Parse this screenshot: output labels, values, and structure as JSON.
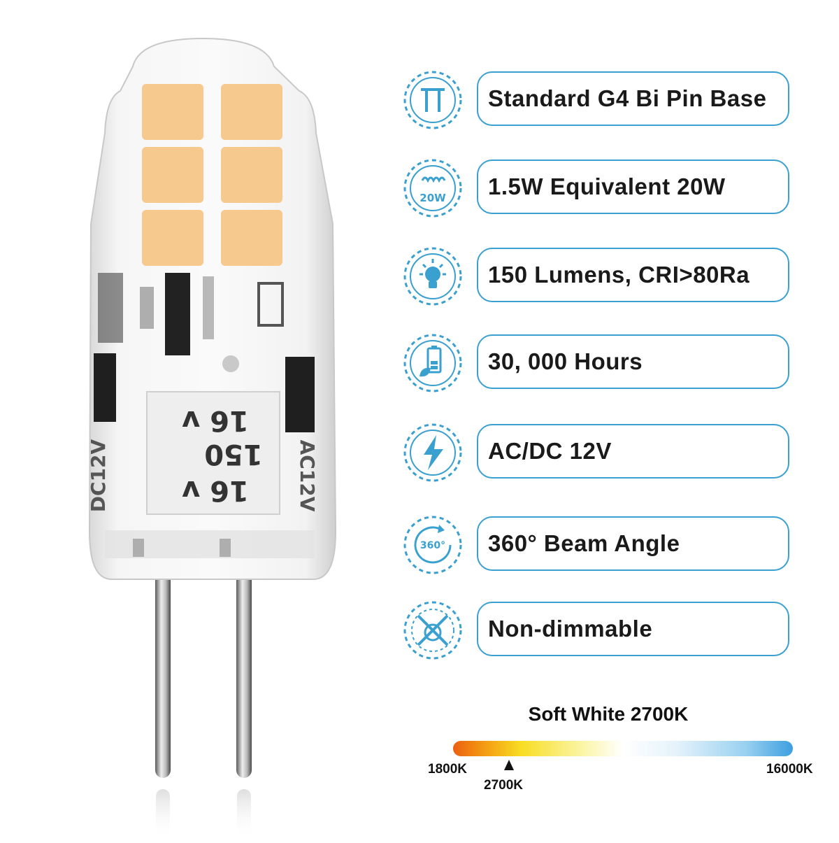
{
  "features": [
    {
      "icon": "g4-pin-icon",
      "label": "Standard G4 Bi Pin Base"
    },
    {
      "icon": "wattage-20w-icon",
      "icon_text": "20W",
      "label": "1.5W Equivalent 20W"
    },
    {
      "icon": "light-bulb-icon",
      "label": "150 Lumens, CRI>80Ra"
    },
    {
      "icon": "battery-leaf-icon",
      "label": "30, 000 Hours"
    },
    {
      "icon": "lightning-icon",
      "label": "AC/DC 12V"
    },
    {
      "icon": "rotation-360-icon",
      "icon_text": "360°",
      "label": "360° Beam Angle"
    },
    {
      "icon": "no-dimmer-icon",
      "label": "Non-dimmable"
    }
  ],
  "color_scale": {
    "title": "Soft White 2700K",
    "min_label": "1800K",
    "max_label": "16000K",
    "marker_label": "2700K",
    "min_k": 1800,
    "max_k": 16000,
    "marker_k": 2700
  },
  "bulb": {
    "component_texts": [
      "16 v",
      "150",
      "16 v",
      "DC12V",
      "AC12V"
    ]
  },
  "colors": {
    "accent": "#3aa0cf",
    "led": "#f6c98e"
  }
}
